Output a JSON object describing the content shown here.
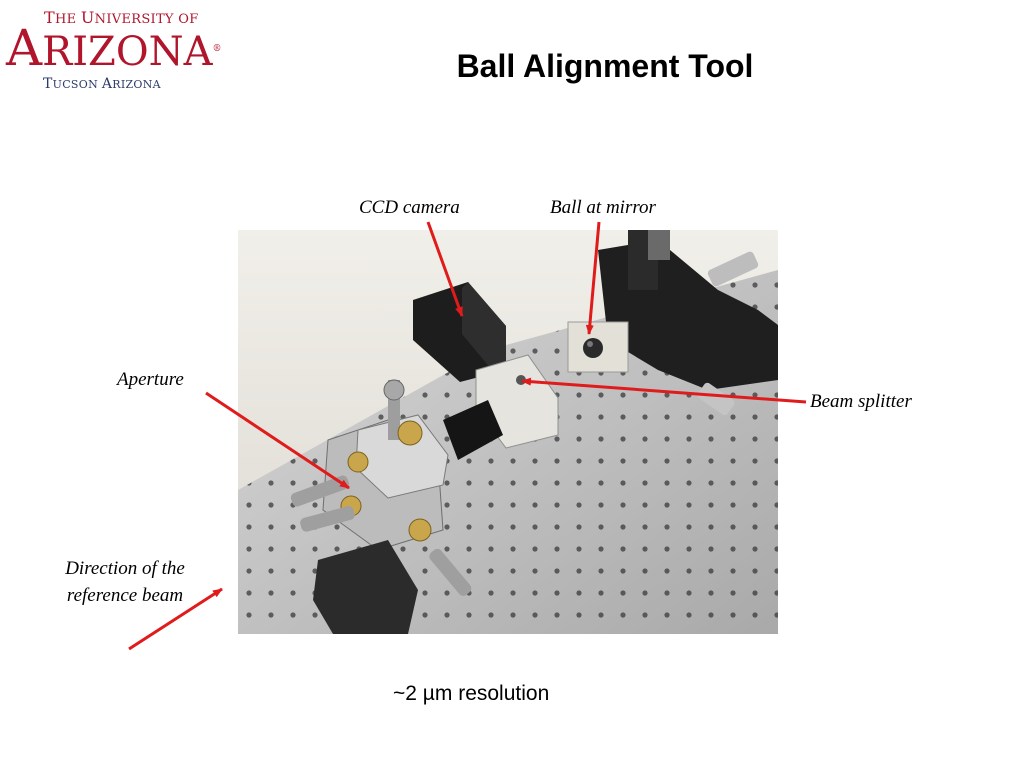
{
  "logo": {
    "line1_cap": "T",
    "line1_rest": "HE ",
    "line1_cap2": "U",
    "line1_rest2": "NIVERSITY OF",
    "line2_cap": "A",
    "line2_rest": "RIZONA",
    "line2_reg": "®",
    "line3_cap": "T",
    "line3_rest": "UCSON ",
    "line3_cap2": "A",
    "line3_rest2": "RIZONA"
  },
  "title": "Ball Alignment Tool",
  "labels": {
    "ccd_camera": "CCD camera",
    "ball_at_mirror": "Ball at mirror",
    "aperture": "Aperture",
    "beam_splitter": "Beam splitter",
    "direction_reference_beam": "Direction of the reference beam"
  },
  "caption": "~2 µm resolution",
  "colors": {
    "arrow": "#e01b1b",
    "logo_red": "#b0152b",
    "logo_navy": "#2c3b6b"
  }
}
